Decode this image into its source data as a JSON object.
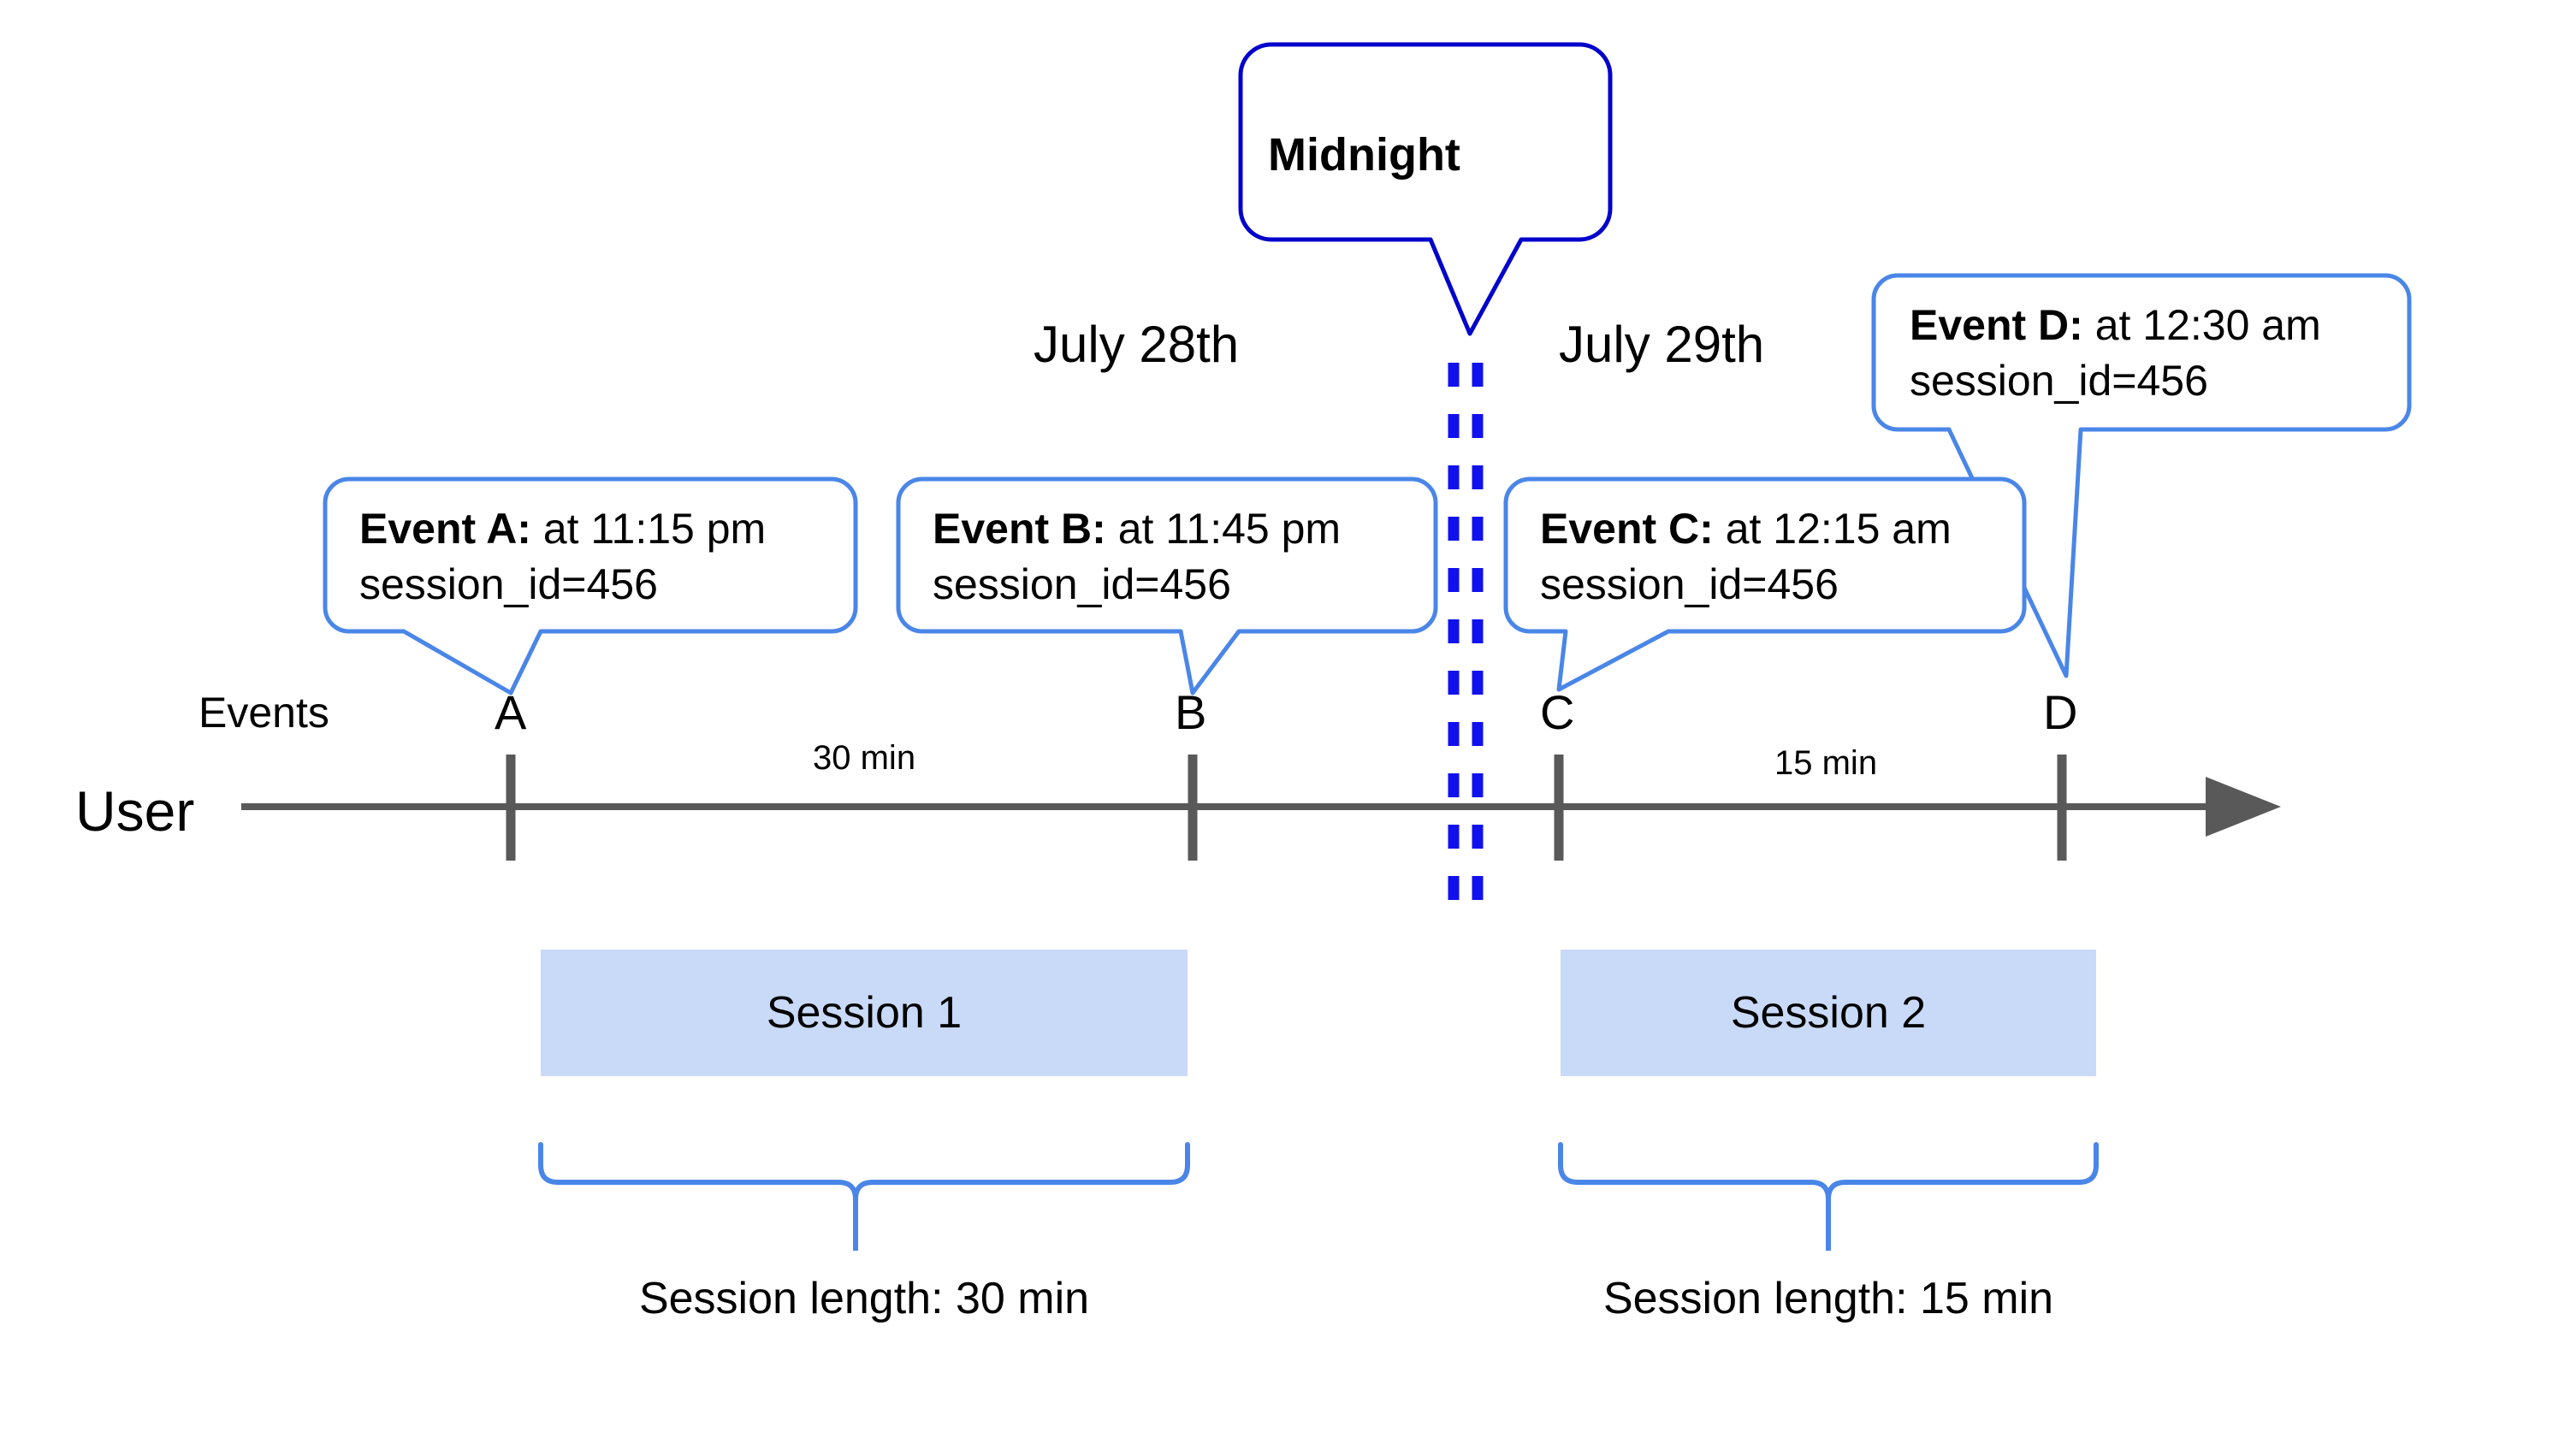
{
  "diagram": {
    "title_callout": {
      "label": "Midnight"
    },
    "day_labels": [
      {
        "id": "day-left",
        "text": "July 28th"
      },
      {
        "id": "day-right",
        "text": "July 29th"
      }
    ],
    "row_labels": {
      "events": "Events",
      "user": "User"
    },
    "events": [
      {
        "id": "A",
        "marker": "A",
        "title": "Event A:",
        "detail": " at 11:15 pm",
        "session_line": "session_id=456"
      },
      {
        "id": "B",
        "marker": "B",
        "title": "Event B:",
        "detail": " at 11:45 pm",
        "session_line": "session_id=456"
      },
      {
        "id": "C",
        "marker": "C",
        "title": "Event C:",
        "detail": " at 12:15 am",
        "session_line": "session_id=456"
      },
      {
        "id": "D",
        "marker": "D",
        "title": "Event D:",
        "detail": " at 12:30 am",
        "session_line": "session_id=456"
      }
    ],
    "gap_labels": [
      {
        "id": "gap-ab",
        "text": "30 min"
      },
      {
        "id": "gap-cd",
        "text": "15 min"
      }
    ],
    "sessions": [
      {
        "id": "session-1",
        "label": "Session 1",
        "length_label": "Session length: 30 min"
      },
      {
        "id": "session-2",
        "label": "Session 2",
        "length_label": "Session length: 15 min"
      }
    ],
    "colors": {
      "callout_border": "#4A86E8",
      "midnight_border": "#0000CC",
      "midnight_dash": "#1111EE",
      "axis": "#595959",
      "session_fill": "#C9DAF8",
      "brace": "#4A86E8",
      "text": "#000000",
      "background": "#FFFFFF"
    }
  }
}
